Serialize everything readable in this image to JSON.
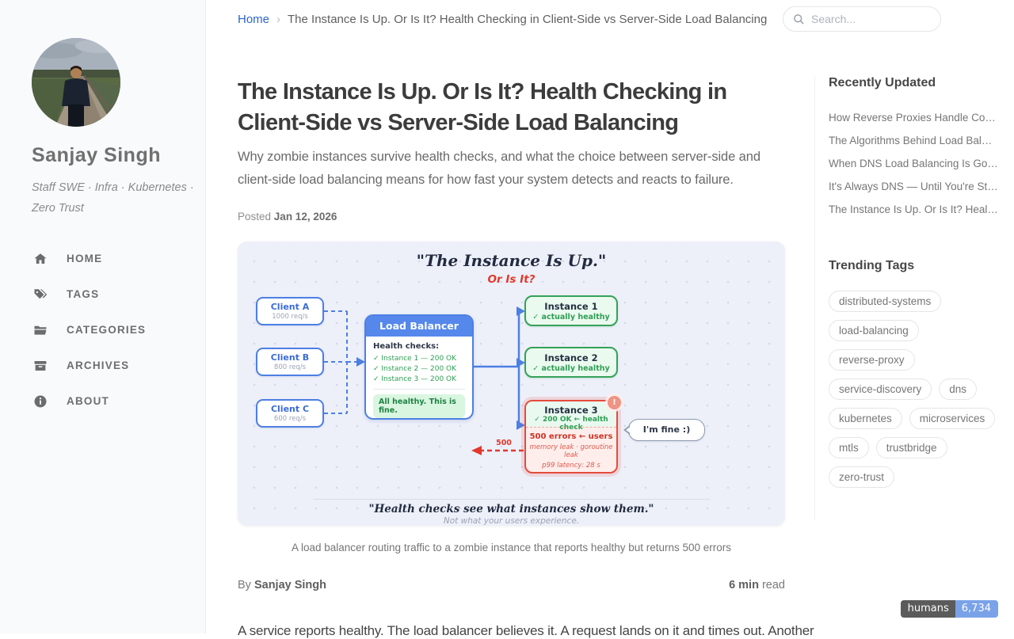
{
  "sidebar": {
    "name": "Sanjay Singh",
    "tagline": "Staff SWE · Infra · Kubernetes · Zero Trust",
    "nav": [
      {
        "label": "HOME"
      },
      {
        "label": "TAGS"
      },
      {
        "label": "CATEGORIES"
      },
      {
        "label": "ARCHIVES"
      },
      {
        "label": "ABOUT"
      }
    ]
  },
  "topbar": {
    "breadcrumb_home": "Home",
    "breadcrumb_sep": "›",
    "breadcrumb_current": "The Instance Is Up. Or Is It? Health Checking in Client-Side vs Server-Side Load Balancing",
    "search_placeholder": "Search..."
  },
  "post": {
    "title": "The Instance Is Up. Or Is It? Health Checking in Client-Side vs Server-Side Load Balancing",
    "description": "Why zombie instances survive health checks, and what the choice between server-side and client-side load balancing means for how fast your system detects and reacts to failure.",
    "posted_label": "Posted",
    "posted_date": "Jan 12, 2026",
    "caption": "A load balancer routing traffic to a zombie instance that reports healthy but returns 500 errors",
    "by_label": "By",
    "author": "Sanjay Singh",
    "read_time_value": "6 min",
    "read_time_suffix": " read",
    "body_first_line": "A service reports healthy. The load balancer believes it. A request lands on it and times out. Another"
  },
  "figure": {
    "title": "\"The Instance Is Up.\"",
    "subtitle": "Or Is It?",
    "clients": [
      {
        "name": "Client A",
        "rate": "1000 req/s"
      },
      {
        "name": "Client B",
        "rate": "800 req/s"
      },
      {
        "name": "Client C",
        "rate": "600 req/s"
      }
    ],
    "lb": {
      "header": "Load Balancer",
      "checks_label": "Health checks:",
      "checks": [
        "✓ Instance 1 — 200 OK",
        "✓ Instance 2 — 200 OK",
        "✓ Instance 3 — 200 OK"
      ],
      "status": "All healthy. This is fine."
    },
    "instances": [
      {
        "name": "Instance 1",
        "status": "✓ actually healthy"
      },
      {
        "name": "Instance 2",
        "status": "✓ actually healthy"
      },
      {
        "name": "Instance 3",
        "badge": "!",
        "health": "✓ 200 OK ← health check",
        "errors": "500 errors ← users",
        "detail1": "memory leak · goroutine leak",
        "detail2": "p99 latency: 28 s"
      }
    ],
    "bubble": "I'm fine :)",
    "error_label": "500",
    "quote": "\"Health checks see what instances show them.\"",
    "quote_sub": "Not what your users experience."
  },
  "panel": {
    "recent_title": "Recently Updated",
    "recent": [
      "How Reverse Proxies Handle Co…",
      "The Algorithms Behind Load Bal…",
      "When DNS Load Balancing Is Go…",
      "It's Always DNS — Until You're St…",
      "The Instance Is Up. Or Is It? Heal…"
    ],
    "tags_title": "Trending Tags",
    "tags": [
      "distributed-systems",
      "load-balancing",
      "reverse-proxy",
      "service-discovery",
      "dns",
      "kubernetes",
      "microservices",
      "mtls",
      "trustbridge",
      "zero-trust"
    ]
  },
  "visitor_badge": {
    "label": "humans",
    "value": "6,734"
  },
  "colors": {
    "accent_blue": "#4d7fe3",
    "green": "#2f9e54",
    "red": "#e6483d",
    "link_blue": "#2a66c9",
    "badge_label_bg": "#5b5b5b",
    "badge_value_bg": "#7aa2e8"
  }
}
